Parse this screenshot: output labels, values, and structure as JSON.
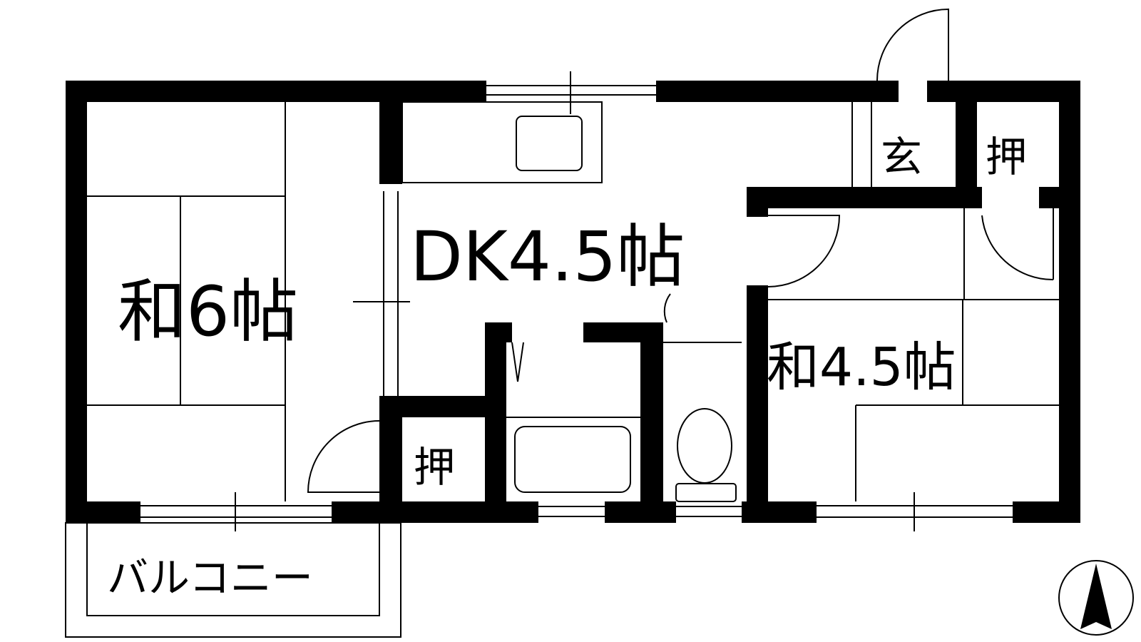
{
  "rooms": {
    "washitsu_6": "和6帖",
    "dk": "DK4.5帖",
    "washitsu_45": "和4.5帖",
    "genkan": "玄",
    "oshiire_top": "押",
    "oshiire_mid": "押",
    "balcony": "バルコニー"
  },
  "compass": {
    "icon": "north-arrow-icon"
  },
  "colors": {
    "wall": "#000000",
    "background": "#ffffff"
  }
}
